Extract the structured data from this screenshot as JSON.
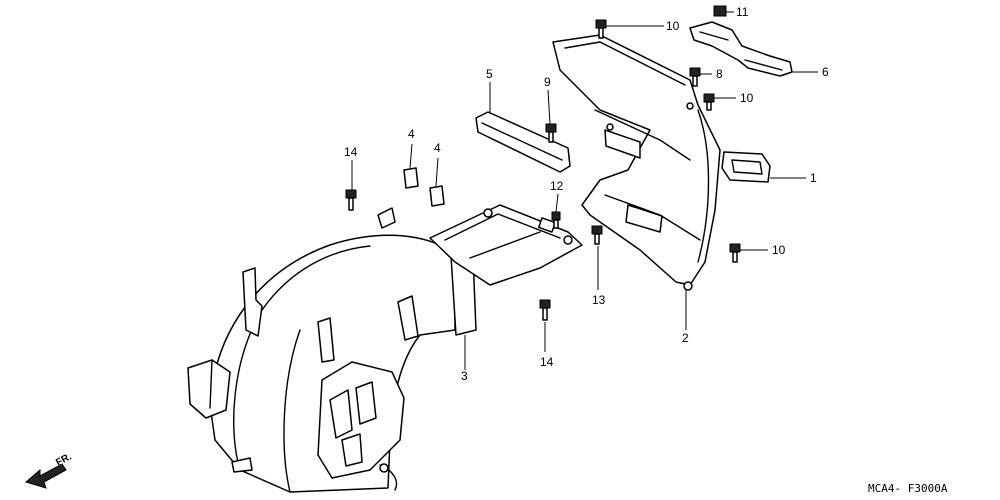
{
  "callouts": {
    "c1": "1",
    "c2": "2",
    "c3": "3",
    "c4a": "4",
    "c4b": "4",
    "c5": "5",
    "c6": "6",
    "c8": "8",
    "c9": "9",
    "c10a": "10",
    "c10b": "10",
    "c10c": "10",
    "c11": "11",
    "c12": "12",
    "c13": "13",
    "c14a": "14",
    "c14b": "14"
  },
  "direction_label": "FR.",
  "diagram_code": "MCA4- F3000A"
}
